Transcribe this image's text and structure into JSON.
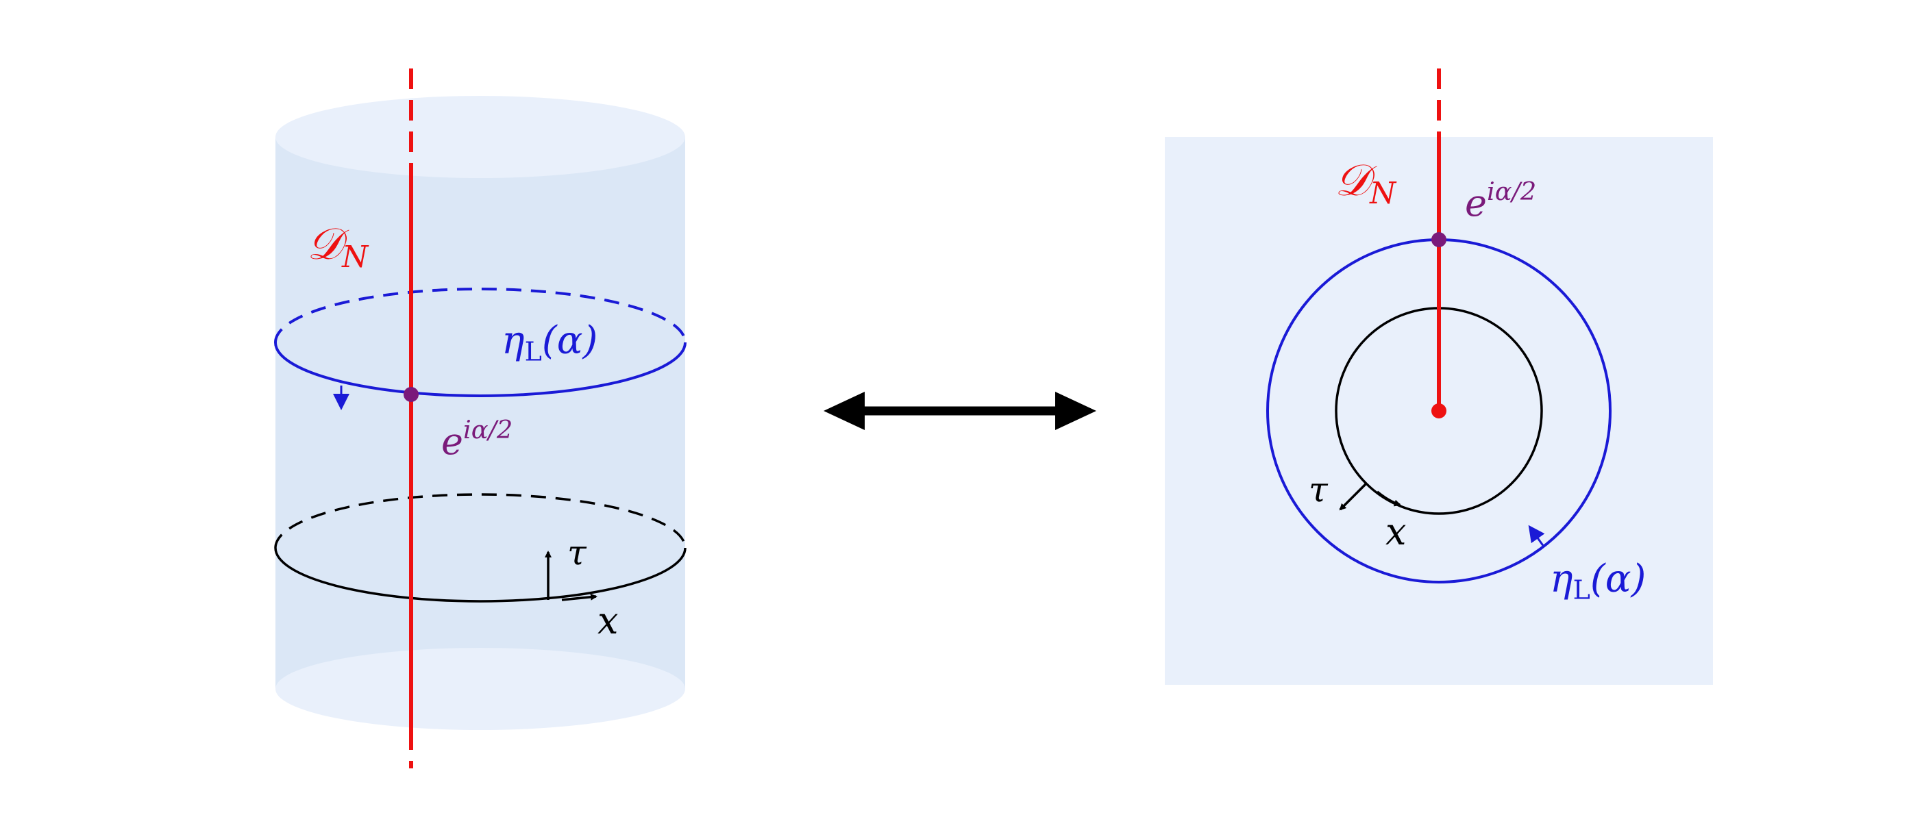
{
  "colors": {
    "defect": "#ee1111",
    "eta_line": "#1a1ad6",
    "junction": "#7a1a7a",
    "cylinder_fill": "#dbe7f6",
    "cylinder_cap": "#e9f0fb",
    "plane_fill": "#e9f0fb",
    "circle": "#000000"
  },
  "left": {
    "defect_label": "𝒟",
    "defect_sub": "N",
    "eta_label": "η",
    "eta_sub": "L",
    "eta_arg": "(α)",
    "phase_base": "e",
    "phase_exp": "iα/2",
    "tau_label": "τ",
    "x_label": "x"
  },
  "arrow": {
    "icon": "double-headed-arrow"
  },
  "right": {
    "defect_label": "𝒟",
    "defect_sub": "N",
    "eta_label": "η",
    "eta_sub": "L",
    "eta_arg": "(α)",
    "phase_base": "e",
    "phase_exp": "iα/2",
    "tau_label": "τ",
    "x_label": "x"
  }
}
